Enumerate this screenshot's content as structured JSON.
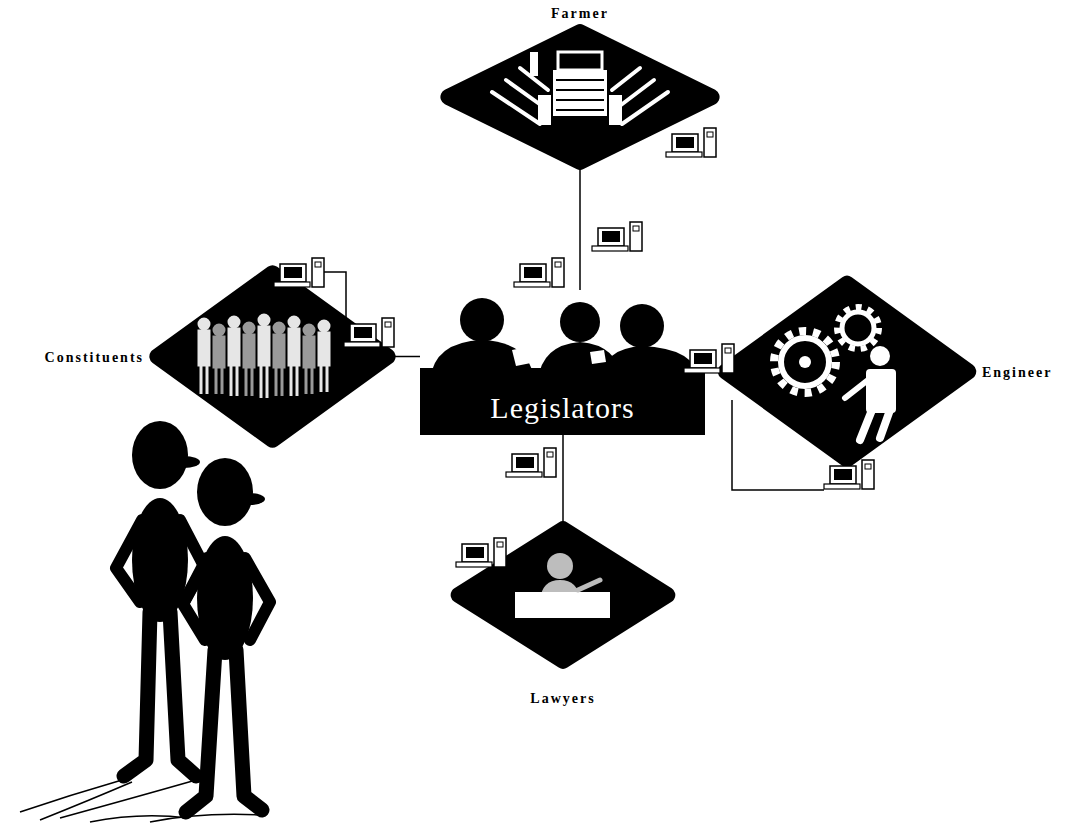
{
  "diagram": {
    "nodes": [
      {
        "text": [
          "Farmer"
        ]
      },
      {
        "text": [
          "Constituents"
        ]
      },
      {
        "text": [
          "Legislators"
        ]
      },
      {
        "text": [
          "Engineer"
        ]
      },
      {
        "text": [
          "Lawyers"
        ]
      }
    ],
    "edges": [
      {
        "from": 0,
        "to": 2,
        "arrow": "none"
      },
      {
        "from": 1,
        "to": 2,
        "arrow": "none"
      },
      {
        "from": 2,
        "to": 3,
        "arrow": "none"
      },
      {
        "from": 2,
        "to": 4,
        "arrow": "none"
      }
    ]
  }
}
